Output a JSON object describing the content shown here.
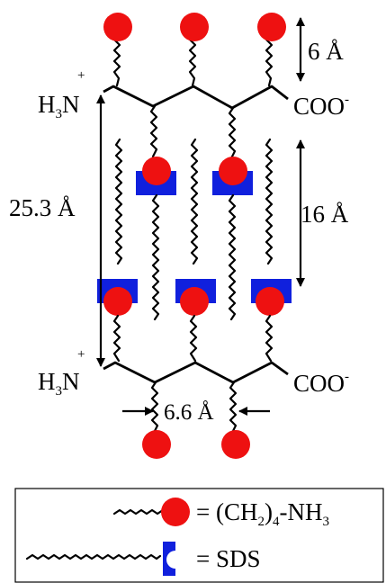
{
  "labels": {
    "amine_top": {
      "main": "H",
      "sub": "3",
      "tail": "N",
      "sup": "+"
    },
    "amine_bottom": {
      "main": "H",
      "sub": "3",
      "tail": "N",
      "sup": "+"
    },
    "carboxyl_top": {
      "main": "COO",
      "sup": "-"
    },
    "carboxyl_bottom": {
      "main": "COO",
      "sup": "-"
    },
    "dim_layer": "25.3  Å",
    "dim_chain": "16 Å",
    "dim_head": "6 Å",
    "dim_spacing": "6.6 Å"
  },
  "legend": {
    "lysine": {
      "prefix": "= (CH",
      "sub1": "2",
      "mid": ")",
      "sub2": "4",
      "suffix": "-NH",
      "sub3": "3"
    },
    "sds": "= SDS"
  },
  "colors": {
    "amine_head": "#ee1111",
    "sds_head": "#1020dd",
    "stroke": "#000000"
  }
}
